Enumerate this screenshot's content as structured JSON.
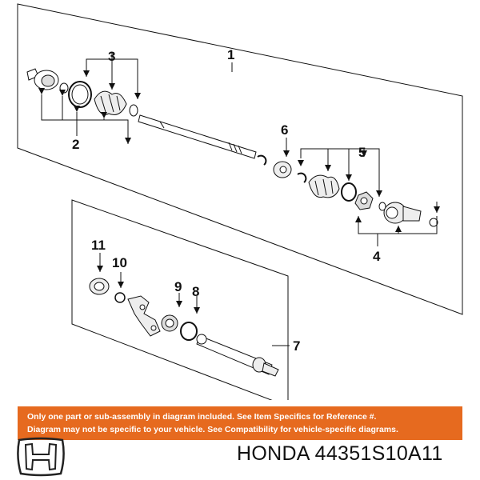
{
  "diagram": {
    "callouts": {
      "c1": "1",
      "c2": "2",
      "c3": "3",
      "c4": "4",
      "c5": "5",
      "c6": "6",
      "c7": "7",
      "c8": "8",
      "c9": "9",
      "c10": "10",
      "c11": "11"
    }
  },
  "notice": {
    "line1": "Only one part or sub-assembly in diagram included. See Item Specifics for Reference #.",
    "line2": "Diagram may not be specific to your vehicle. See Compatibility for vehicle-specific diagrams."
  },
  "footer": {
    "brand_text": "HONDA 44351S10A11"
  },
  "colors": {
    "notice_bg": "#e66a1f",
    "notice_text": "#ffffff",
    "line": "#111111"
  },
  "icons": {
    "logo": "honda-h-logo"
  }
}
